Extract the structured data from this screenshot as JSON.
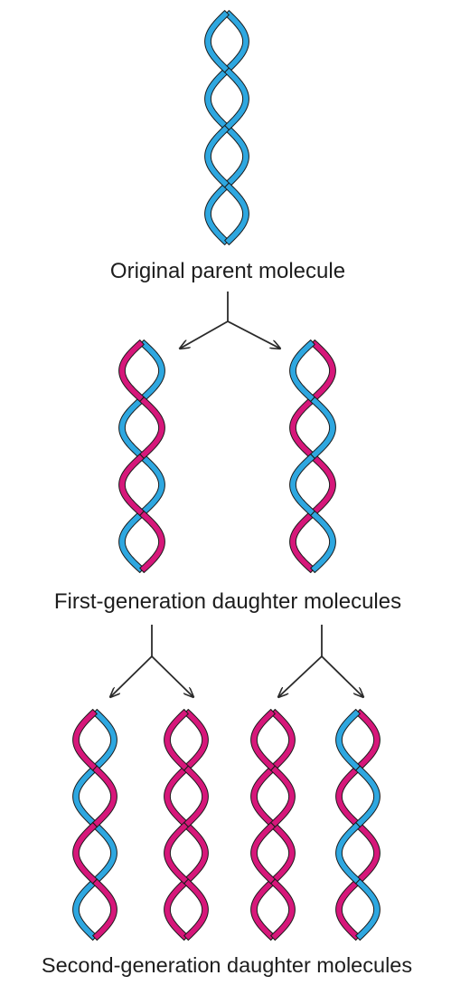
{
  "labels": {
    "parent": "Original parent molecule",
    "first_generation": "First-generation daughter molecules",
    "second_generation": "Second-generation daughter molecules"
  },
  "colors": {
    "parent_strand": "#2ea7e0",
    "new_strand": "#d6177a",
    "outline": "#1a1a1a",
    "arrow": "#2a2a2a"
  },
  "strand_legend": {
    "original_strand_color": "blue",
    "newly_synthesized_strand_color": "magenta"
  },
  "molecules": {
    "parent": [
      {
        "front": "parent",
        "back": "parent"
      }
    ],
    "first_generation": [
      {
        "front": "parent",
        "back": "new"
      },
      {
        "front": "new",
        "back": "parent"
      }
    ],
    "second_generation": [
      {
        "front": "parent",
        "back": "new"
      },
      {
        "front": "new",
        "back": "new"
      },
      {
        "front": "new",
        "back": "new"
      },
      {
        "front": "new",
        "back": "parent"
      }
    ]
  }
}
